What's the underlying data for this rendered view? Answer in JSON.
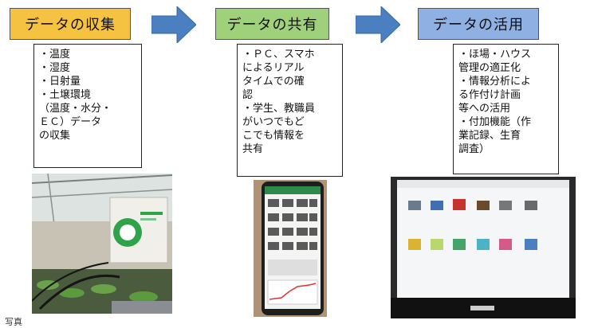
{
  "stages": [
    {
      "title": "データの収集",
      "items": [
        "・温度",
        "・湿度",
        "・日射量",
        "・土壌環境\n（温度・水分・\nＥＣ）データ\nの収集"
      ]
    },
    {
      "title": "データの共有",
      "items": [
        "・ＰＣ、スマホ\nによるリアル\nタイムでの確\n認",
        "・学生、教職員\nがいつでもど\nこでも情報を\n共有"
      ]
    },
    {
      "title": "データの活用",
      "items": [
        "・ほ場・ハウス\n管理の適正化",
        "・情報分析によ\nる作付け計画\n等への活用",
        "・付加機能（作\n業記録、生育\n調査）"
      ]
    }
  ],
  "photos": {
    "sensor": "greenhouse-sensor-photo",
    "phone": "smartphone-app-photo",
    "monitor": "pc-dashboard-photo"
  },
  "colors": {
    "collect": "#f5c242",
    "share": "#9fd07a",
    "use": "#8fb0e3",
    "arrow": "#4a7fc0"
  },
  "footer": "写真"
}
